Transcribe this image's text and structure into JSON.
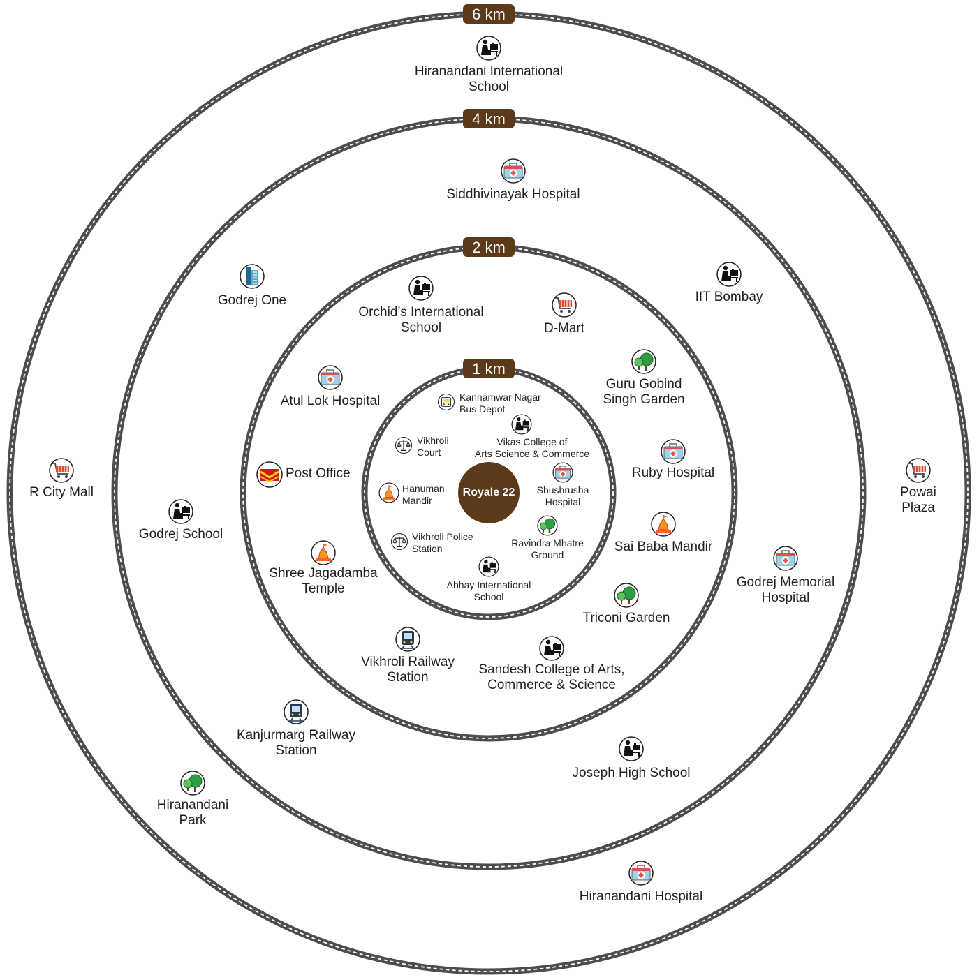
{
  "center": {
    "label": "Royale 22"
  },
  "rings": [
    {
      "label": "1 km"
    },
    {
      "label": "2 km"
    },
    {
      "label": "4 km"
    },
    {
      "label": "6 km"
    }
  ],
  "colors": {
    "road": "#4d4d4d",
    "dash": "#ffffff",
    "badge": "#5a3a1a",
    "center": "#5a3a1a"
  },
  "places": [
    {
      "name": "Hiranandani International\nSchool",
      "icon": "school-icon"
    },
    {
      "name": "Siddhivinayak Hospital",
      "icon": "hospital-icon"
    },
    {
      "name": "Godrej One",
      "icon": "building-icon"
    },
    {
      "name": "IIT Bombay",
      "icon": "school-icon"
    },
    {
      "name": "Orchid’s International\nSchool",
      "icon": "school-icon"
    },
    {
      "name": "D-Mart",
      "icon": "cart-icon"
    },
    {
      "name": "Atul Lok Hospital",
      "icon": "hospital-icon"
    },
    {
      "name": "Guru Gobind\nSingh Garden",
      "icon": "tree-icon"
    },
    {
      "name": "Post Office",
      "icon": "post-icon"
    },
    {
      "name": "Ruby Hospital",
      "icon": "hospital-icon"
    },
    {
      "name": "R City Mall",
      "icon": "cart-icon"
    },
    {
      "name": "Powai Plaza",
      "icon": "cart-icon"
    },
    {
      "name": "Godrej School",
      "icon": "school-icon"
    },
    {
      "name": "Sai Baba Mandir",
      "icon": "temple-icon"
    },
    {
      "name": "Shree Jagadamba\nTemple",
      "icon": "temple-icon"
    },
    {
      "name": "Godrej Memorial\nHospital",
      "icon": "hospital-icon"
    },
    {
      "name": "Triconi Garden",
      "icon": "tree-icon"
    },
    {
      "name": "Vikhroli Railway\nStation",
      "icon": "train-icon"
    },
    {
      "name": "Sandesh College of Arts,\nCommerce & Science",
      "icon": "school-icon"
    },
    {
      "name": "Kanjurmarg Railway\nStation",
      "icon": "train-icon"
    },
    {
      "name": "Joseph High School",
      "icon": "school-icon"
    },
    {
      "name": "Hiranandani\nPark",
      "icon": "tree-icon"
    },
    {
      "name": "Hiranandani Hospital",
      "icon": "hospital-icon"
    },
    {
      "name": "Kannamwar Nagar\nBus Depot",
      "icon": "bus-icon"
    },
    {
      "name": "Vikhroli\nCourt",
      "icon": "scale-icon"
    },
    {
      "name": "Vikas College of\nArts Science & Commerce",
      "icon": "school-icon"
    },
    {
      "name": "Hanuman\nMandir",
      "icon": "temple-icon"
    },
    {
      "name": "Shushrusha\nHospital",
      "icon": "hospital-icon"
    },
    {
      "name": "Vikhroli Police\nStation",
      "icon": "scale-icon"
    },
    {
      "name": "Ravindra Mhatre\nGround",
      "icon": "tree-icon"
    },
    {
      "name": "Abhay International\nSchool",
      "icon": "school-icon"
    }
  ]
}
